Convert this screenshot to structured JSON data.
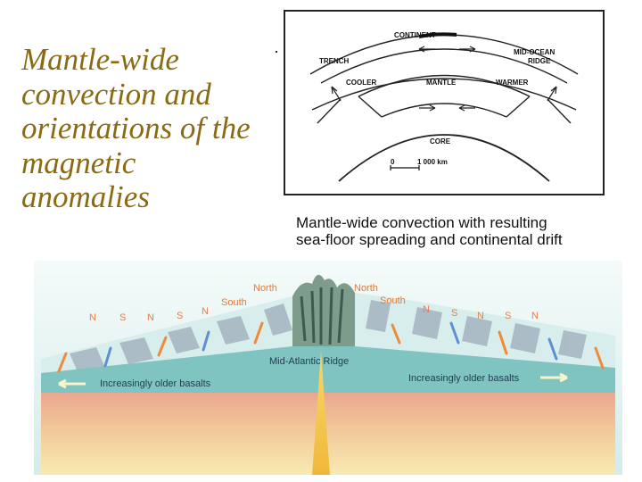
{
  "title_lines": [
    "Mantle-wide",
    "convection and",
    "orientations of the",
    "magnetic",
    "anomalies"
  ],
  "convection_diagram": {
    "labels": {
      "continent": "CONTINENT",
      "mid_ocean": "MID-OCEAN",
      "ridge": "RIDGE",
      "trench": "TRENCH",
      "cooler": "COOLER",
      "mantle": "MANTLE",
      "warmer": "WARMER",
      "core": "CORE",
      "scale_zero": "0",
      "scale_value": "1 000 km"
    }
  },
  "caption_lines": [
    "Mantle-wide convection with resulting",
    "sea-floor spreading and continental drift"
  ],
  "ridge_diagram": {
    "north_left": "North",
    "south_left": "South",
    "north_right": "North",
    "south_right": "South",
    "left_polarity": [
      "N",
      "S",
      "N",
      "S",
      "N"
    ],
    "right_polarity": [
      "N",
      "S",
      "N",
      "S",
      "N"
    ],
    "ridge_label": "Mid-Atlantic Ridge",
    "older_left": "Increasingly older basalts",
    "older_right": "Increasingly older basalts",
    "colors": {
      "ocean": "#cde8e6",
      "crust": "#7fc4c0",
      "mantle_upper": "#e9a78e",
      "mantle_lower": "#f6e3a0",
      "magma": "#f2c64a",
      "polarity_text": "#ef7b45",
      "hemisphere_text": "#e07a3a",
      "label_text": "#1f3c52",
      "normal_arrow": "#f08a3a",
      "reverse_arrow": "#5b8fd6"
    }
  }
}
